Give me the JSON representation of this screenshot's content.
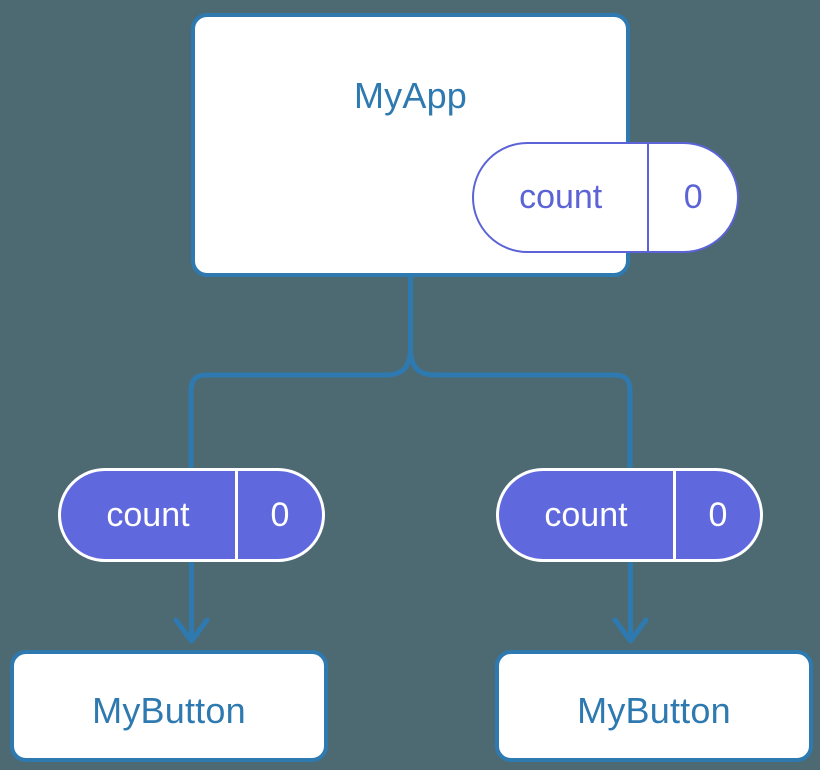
{
  "diagram": {
    "type": "component-tree",
    "background_color": "#4d6a72",
    "accent_color": "#2e7ab0",
    "state_color": "#5f68dd",
    "root": {
      "title": "MyApp",
      "state": {
        "key": "count",
        "value": "0"
      }
    },
    "children": [
      {
        "state": {
          "key": "count",
          "value": "0"
        },
        "title": "MyButton"
      },
      {
        "state": {
          "key": "count",
          "value": "0"
        },
        "title": "MyButton"
      }
    ]
  }
}
